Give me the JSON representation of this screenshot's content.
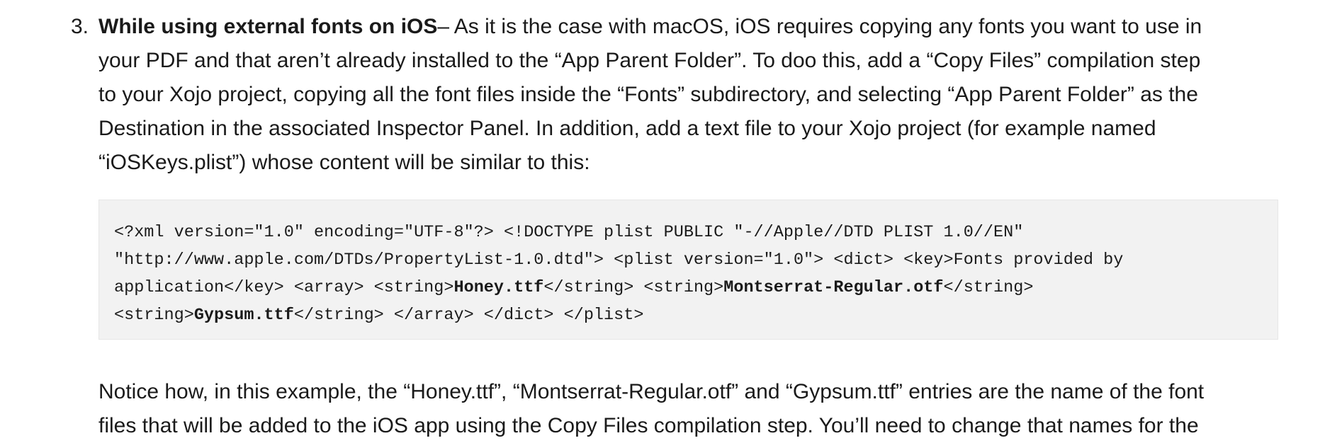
{
  "item": {
    "number": "3.",
    "lead": "While using external fonts on iOS",
    "line1_rest": "– As it is the case with macOS, iOS requires copying any fonts you want to use in",
    "line2": "your PDF and that aren’t already installed to the “App Parent Folder”. To doo this, add a “Copy Files” compilation step",
    "line3": "to your Xojo project, copying all the font files inside the “Fonts” subdirectory, and selecting “App Parent Folder” as the",
    "line4": "Destination in the associated Inspector Panel. In addition, add a text file to your Xojo project (for example named",
    "line5": "“iOSKeys.plist”) whose content will be similar to this:"
  },
  "code": {
    "line1": "<?xml version=\"1.0\" encoding=\"UTF-8\"?> <!DOCTYPE plist PUBLIC \"-//Apple//DTD PLIST 1.0//EN\"",
    "line2": "\"http://www.apple.com/DTDs/PropertyList-1.0.dtd\"> <plist version=\"1.0\"> <dict> <key>Fonts provided by",
    "line3_a": "application</key> <array> <string>",
    "line3_b": "Honey.ttf",
    "line3_c": "</string> <string>",
    "line3_d": "Montserrat-Regular.otf",
    "line3_e": "</string>",
    "line4_a": "<string>",
    "line4_b": "Gypsum.ttf",
    "line4_c": "</string> </array> </dict> </plist>"
  },
  "notice": {
    "line1": "Notice how, in this example, the “Honey.ttf”, “Montserrat-Regular.otf” and “Gypsum.ttf” entries are the name of the font",
    "line2": "files that will be added to the iOS app using the Copy Files compilation step. You’ll need to change that names for the"
  }
}
